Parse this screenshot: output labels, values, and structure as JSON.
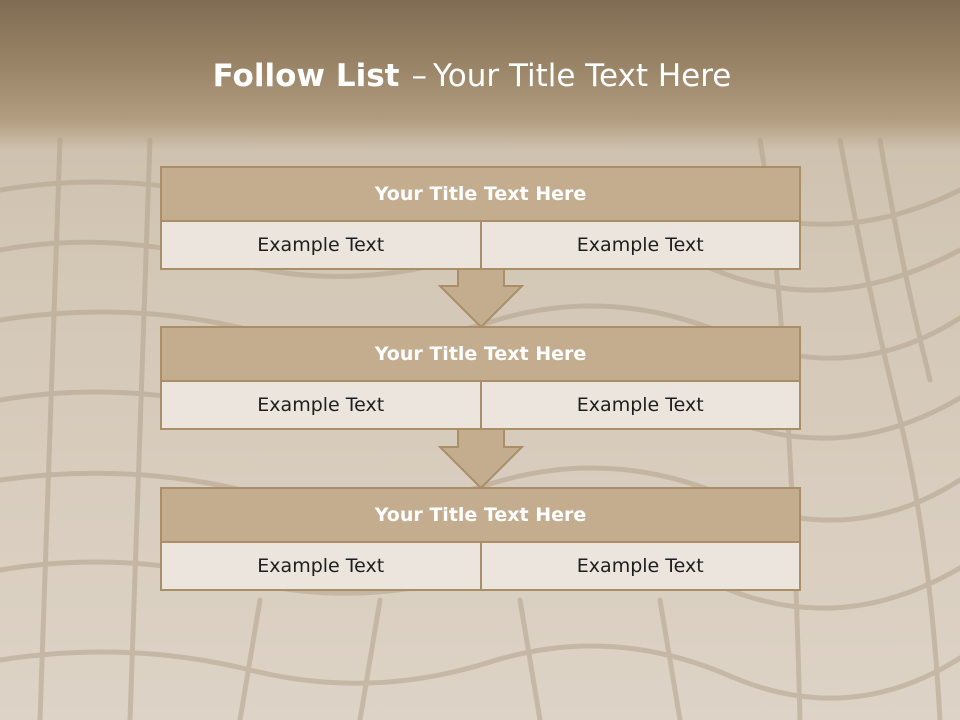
{
  "slide": {
    "title_bold": "Follow List",
    "title_sep": "–",
    "title_rest": "Your Title Text Here"
  },
  "blocks": [
    {
      "title": "Your Title Text Here",
      "left": "Example Text",
      "right": "Example Text"
    },
    {
      "title": "Your Title Text Here",
      "left": "Example Text",
      "right": "Example Text"
    },
    {
      "title": "Your Title Text Here",
      "left": "Example Text",
      "right": "Example Text"
    }
  ],
  "icons": {
    "flow_arrow": "down-arrow-icon",
    "background": "cobblestone-texture"
  },
  "colors": {
    "header": "#8b7658",
    "block_title_fill": "#c4ad8f",
    "block_border": "#a98e68",
    "cell_fill": "#ebe5dd",
    "arrow_fill": "#c4ad8f",
    "title_text": "#ffffff"
  }
}
